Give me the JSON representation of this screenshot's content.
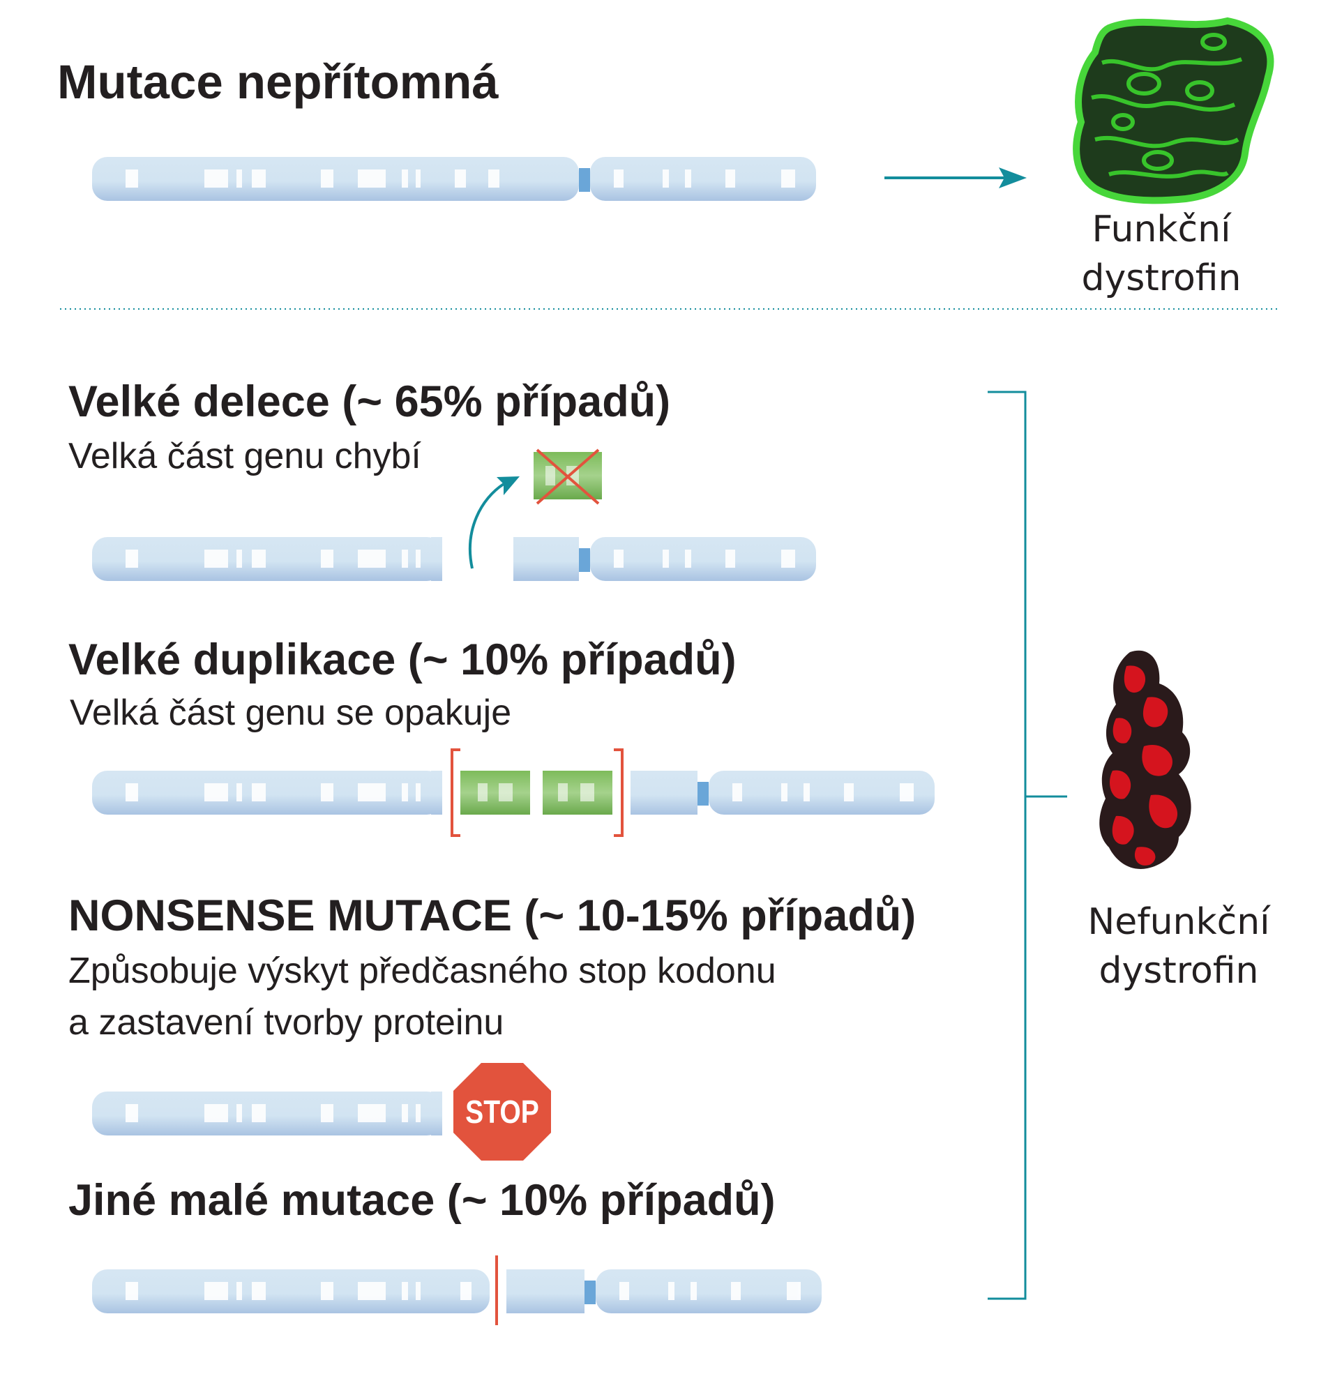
{
  "no_mutation": {
    "title": "Mutace nepřítomná",
    "protein_label_line1": "Funkční",
    "protein_label_line2": "dystrofin"
  },
  "deletion": {
    "title": "Velké delece (~ 65% případů)",
    "description": "Velká část genu chybí"
  },
  "duplication": {
    "title": "Velké  duplikace (~ 10% případů)",
    "description": "Velká část genu se opakuje"
  },
  "nonsense": {
    "title": "NONSENSE MUTACE (~ 10-15% případů)",
    "description_line1": "Způsobuje výskyt předčasného stop kodonu",
    "description_line2": "a zastavení tvorby proteinu",
    "stop_sign": "STOP"
  },
  "small": {
    "title": "Jiné malé mutace (~ 10% případů)"
  },
  "nonfunctional_label_line1": "Nefunkční",
  "nonfunctional_label_line2": "dystrofin",
  "colors": {
    "chromosome": "#d2e4f2",
    "chromosome_shadow": "#a9c6e4",
    "centromere": "#6aa6d8",
    "arrow": "#138d9c",
    "duplicated_segment": "#7dbb5a",
    "deletion_mark": "#e2533d",
    "stop_sign": "#e2533d",
    "functional_protein": "#3ddc2e",
    "nonfunctional_protein": "#d5141e"
  }
}
